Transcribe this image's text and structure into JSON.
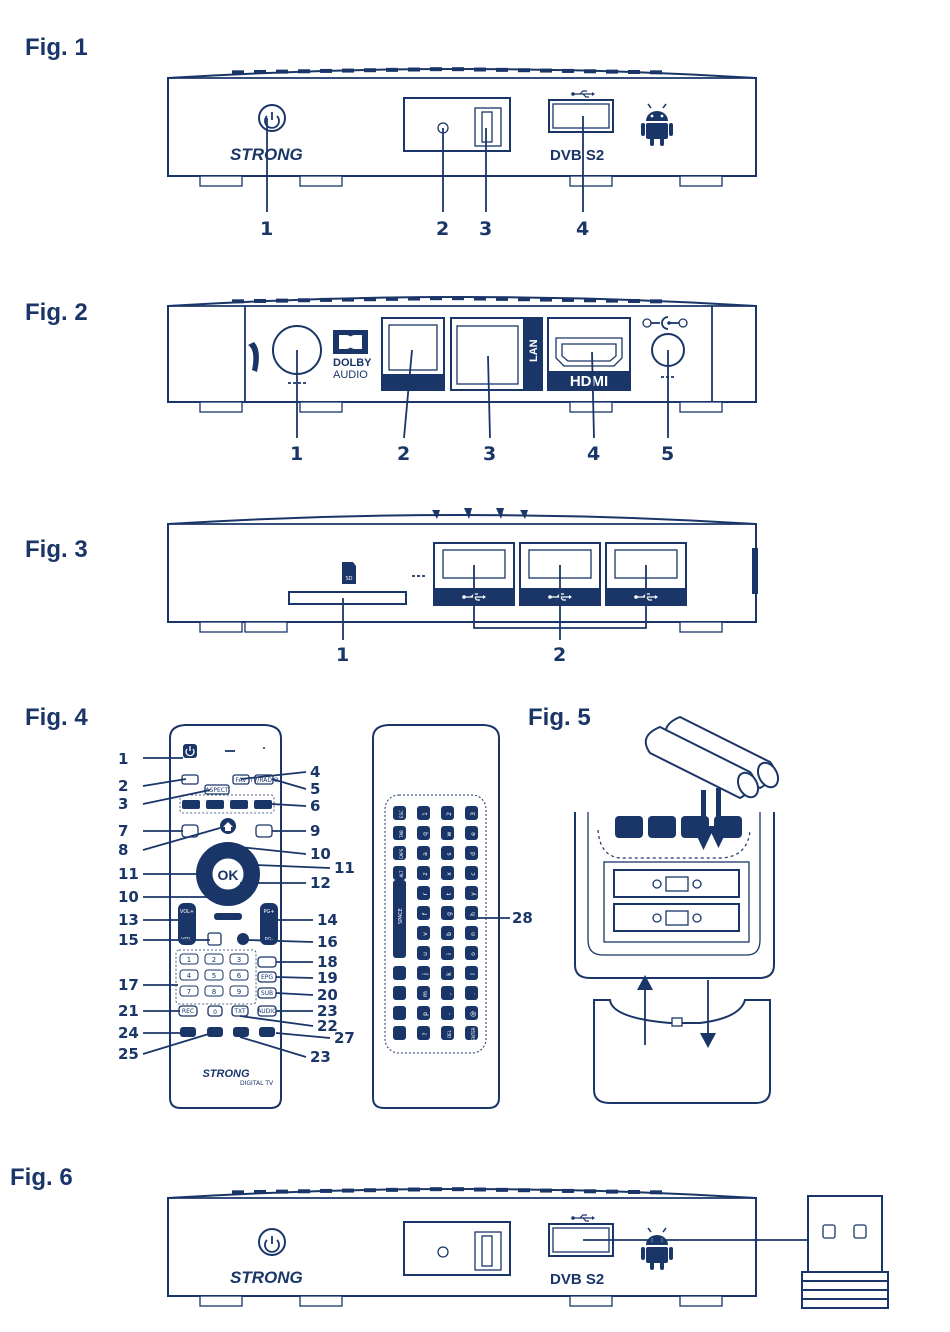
{
  "figures": {
    "fig1": {
      "title": "Fig. 1",
      "brand": "STRONG",
      "dvb": "DVB S2",
      "callouts": [
        "1",
        "2",
        "3",
        "4"
      ]
    },
    "fig2": {
      "title": "Fig. 2",
      "dolby_line1": "DOLBY",
      "dolby_line2": "AUDIO",
      "lan": "LAN",
      "hdmi": "HDMI",
      "callouts": [
        "1",
        "2",
        "3",
        "4",
        "5"
      ]
    },
    "fig3": {
      "title": "Fig. 3",
      "sd": "SD",
      "callouts": [
        "1",
        "2"
      ]
    },
    "fig4": {
      "title": "Fig. 4",
      "brand": "STRONG",
      "brand_sub": "DIGITAL TV",
      "ok": "OK",
      "keys": {
        "aspect": "ASPECT",
        "fav": "FAV",
        "tv_radio": "TV/RADIO",
        "vol_plus": "VOL+",
        "vol_minus": "VOL-",
        "pg_plus": "PG+",
        "pg_minus": "PG-",
        "digits": [
          "1",
          "2",
          "3",
          "4",
          "5",
          "6",
          "7",
          "8",
          "9"
        ],
        "zero": "0",
        "rec": "REC",
        "txt": "TXT",
        "epg": "EPG",
        "sub": "SUB",
        "audio": "AUDIO"
      },
      "keyboard_rows": [
        [
          "ESC",
          "1",
          "2",
          "3"
        ],
        [
          "TAB",
          "q",
          "w",
          "e"
        ],
        [
          "CAPS",
          "a",
          "s",
          "d"
        ],
        [
          "ALT",
          "z",
          "x",
          "c"
        ],
        [
          "",
          "r",
          "t",
          "y"
        ],
        [
          "SPACE",
          "f",
          "g",
          "h"
        ],
        [
          "",
          "v",
          "b",
          "n"
        ],
        [
          "",
          "u",
          "i",
          "o"
        ],
        [
          "",
          "j",
          "k",
          "l"
        ],
        [
          "",
          "m",
          ",",
          "."
        ],
        [
          "",
          "p",
          "-",
          "@"
        ],
        [
          "",
          "?",
          "DEL",
          "ENTER"
        ]
      ],
      "callouts": {
        "left": [
          "1",
          "2",
          "3",
          "7",
          "8",
          "11",
          "10",
          "13",
          "15",
          "17",
          "21",
          "24",
          "25"
        ],
        "right": [
          "4",
          "5",
          "6",
          "9",
          "10",
          "11",
          "12",
          "14",
          "16",
          "18",
          "19",
          "20",
          "23",
          "22",
          "27",
          "23"
        ],
        "keyboard": "28"
      }
    },
    "fig5": {
      "title": "Fig. 5"
    },
    "fig6": {
      "title": "Fig. 6",
      "brand": "STRONG",
      "dvb": "DVB S2"
    }
  },
  "colors": {
    "navy": "#1a3668",
    "white": "#ffffff"
  }
}
